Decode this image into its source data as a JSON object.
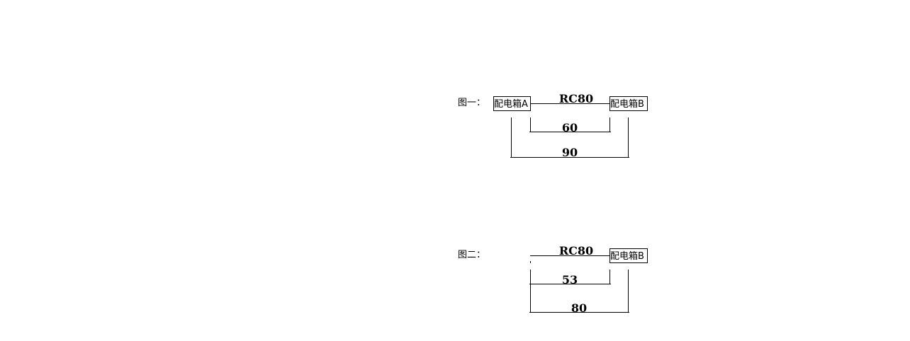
{
  "figure1": {
    "label": "图一：",
    "box_a": "配电箱A",
    "box_b": "配电箱B",
    "pipe": "RC80",
    "dim_inner": "60",
    "dim_outer": "90"
  },
  "figure2": {
    "label": "图二：",
    "box_b": "配电箱B",
    "pipe": "RC80",
    "dim_inner": "53",
    "dim_outer": "80"
  }
}
